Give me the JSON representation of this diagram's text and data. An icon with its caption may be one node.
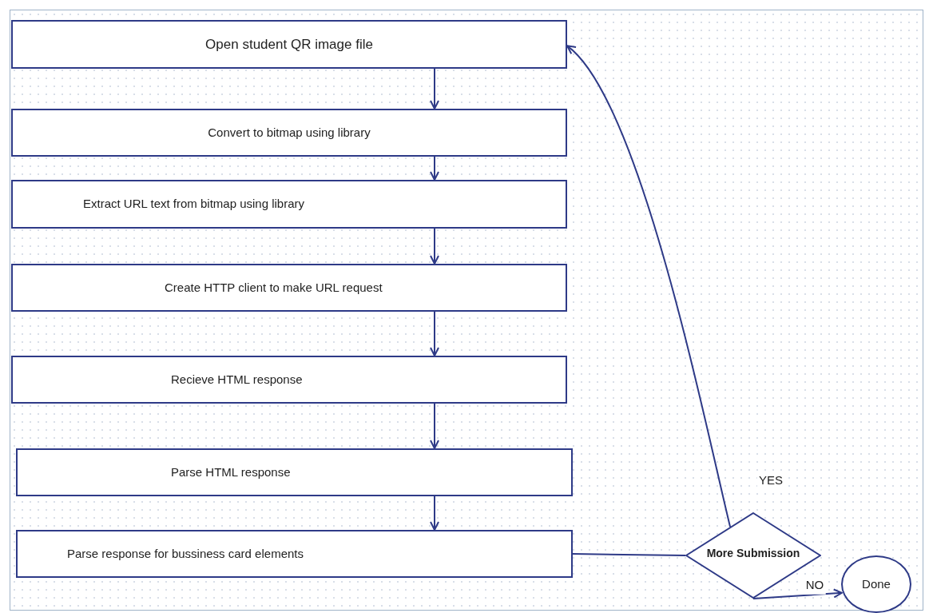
{
  "diagram": {
    "nodes": [
      {
        "text": [
          "Open student QR image file"
        ]
      },
      {
        "text": [
          "Convert to bitmap using library"
        ]
      },
      {
        "text": [
          "Extract URL text from bitmap using library"
        ]
      },
      {
        "text": [
          "Create HTTP client to make URL request"
        ]
      },
      {
        "text": [
          "Recieve HTML response"
        ]
      },
      {
        "text": [
          "Parse HTML response"
        ]
      },
      {
        "text": [
          "Parse response for bussiness card elements"
        ]
      },
      {
        "text": [
          "More Submission"
        ]
      },
      {
        "text": [
          "Done"
        ]
      }
    ],
    "edges": [
      {
        "from": 0,
        "to": 1,
        "arrow": "to"
      },
      {
        "from": 1,
        "to": 2,
        "arrow": "to"
      },
      {
        "from": 2,
        "to": 3,
        "arrow": "to"
      },
      {
        "from": 3,
        "to": 4,
        "arrow": "to"
      },
      {
        "from": 4,
        "to": 5,
        "arrow": "to"
      },
      {
        "from": 5,
        "to": 6,
        "arrow": "to"
      },
      {
        "from": 6,
        "to": 7,
        "arrow": "none"
      },
      {
        "from": 7,
        "to": 0,
        "arrow": "to",
        "label": "YES"
      },
      {
        "from": 7,
        "to": 8,
        "arrow": "to",
        "label": "NO"
      }
    ]
  }
}
